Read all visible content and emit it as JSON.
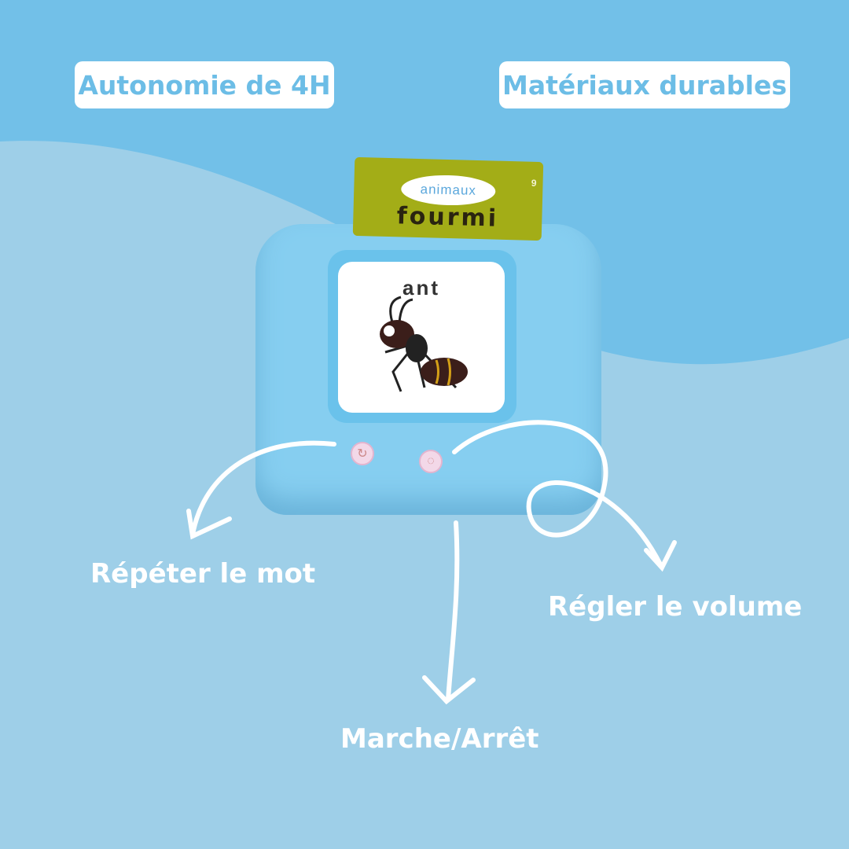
{
  "badges": {
    "battery": "Autonomie de 4H",
    "materials": "Matériaux durables"
  },
  "card": {
    "category": "animaux",
    "word": "fourmi",
    "number": "9"
  },
  "screen": {
    "word": "ant"
  },
  "labels": {
    "repeat": "Répéter le mot",
    "power": "Marche/Arrêt",
    "volume": "Régler le volume"
  },
  "colors": {
    "bg_dark": "#72c0e8",
    "bg_light": "#9ecfe8",
    "accent": "#6cbde6",
    "card": "#a3ad17"
  }
}
